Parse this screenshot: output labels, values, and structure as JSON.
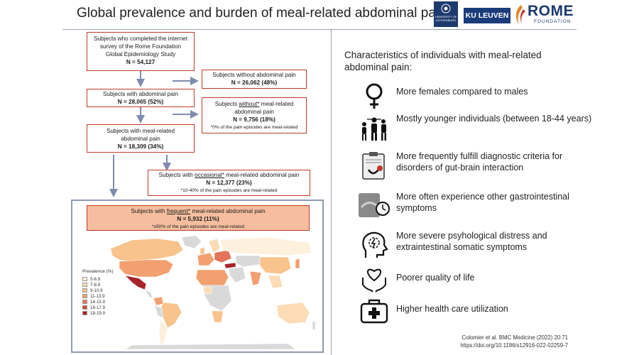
{
  "title": "Global prevalence and burden of meal-related abdominal pain",
  "logos": {
    "gothenburg": "UNIVERSITY OF GOTHENBURG",
    "kuleuven": "KU LEUVEN",
    "rome_main": "ROME",
    "rome_sub": "FOUNDATION"
  },
  "flow": {
    "survey": {
      "line1": "Subjects who completed the internet",
      "line2": "survey of the Rome Foundation",
      "line3": "Global Epidemiology Study",
      "n": "N = 54,127"
    },
    "no_pain": {
      "line1": "Subjects without abdominal pain",
      "n": "N = 26,062 (48%)"
    },
    "with_pain": {
      "line1": "Subjects with abdominal pain",
      "n": "N = 28,065 (52%)"
    },
    "without_meal": {
      "pre": "Subjects ",
      "u": "without*",
      "post": " meal-related",
      "line2": "abdominal pain",
      "n": "N = 9,756 (18%)",
      "note": "*0% of the pain episodes are meal-related"
    },
    "meal": {
      "line1": "Subjects with meal-related",
      "line2": "abdominal pain",
      "n": "N = 18,309 (34%)"
    },
    "occasional": {
      "pre": "Subjects with ",
      "u": "occasional*",
      "post": " meal-related abdominal pain",
      "n": "N = 12,377 (23%)",
      "note": "*10-40% of the pain episodes are meal-related"
    },
    "frequent": {
      "pre": "Subjects with ",
      "u": "frequent*",
      "post": " meal-related abdominal pain",
      "n": "N = 5,932 (11%)",
      "note": "*≥50% of the pain episodes are meal-related"
    }
  },
  "legend": {
    "title": "Prevalence (%)",
    "items": [
      {
        "label": "5-6.9",
        "color": "#fdf0dc"
      },
      {
        "label": "7-8.9",
        "color": "#fbdcb6"
      },
      {
        "label": "9-10.9",
        "color": "#f8c38d"
      },
      {
        "label": "11-13.9",
        "color": "#f2a070"
      },
      {
        "label": "14-15.9",
        "color": "#e5735a"
      },
      {
        "label": "16-17.9",
        "color": "#cf4a41"
      },
      {
        "label": "18-19.9",
        "color": "#a8232b"
      }
    ]
  },
  "characteristics": {
    "heading": "Characteristics of individuals with meal-related abdominal pain:",
    "items": [
      {
        "icon": "female-icon",
        "text": "More females compared to males"
      },
      {
        "icon": "people-icon",
        "text": "Mostly younger individuals (between 18-44 years)"
      },
      {
        "icon": "clipboard-icon",
        "text": "More frequently fulfill diagnostic criteria for disorders of gut-brain interaction"
      },
      {
        "icon": "stomach-clock-icon",
        "text": "More often experience other gastrointestinal symptoms"
      },
      {
        "icon": "head-distress-icon",
        "text": "More severe psyhological distress and extraintestinal somatic symptoms"
      },
      {
        "icon": "heart-hands-icon",
        "text": "Poorer quality of life"
      },
      {
        "icon": "medkit-icon",
        "text": "Higher health care utilization"
      }
    ]
  },
  "citation": {
    "line1": "Colomier et al. BMC Medicine (2022) 20:71",
    "line2": "https://doi.org/10.1186/s12916-022-02259-7"
  }
}
